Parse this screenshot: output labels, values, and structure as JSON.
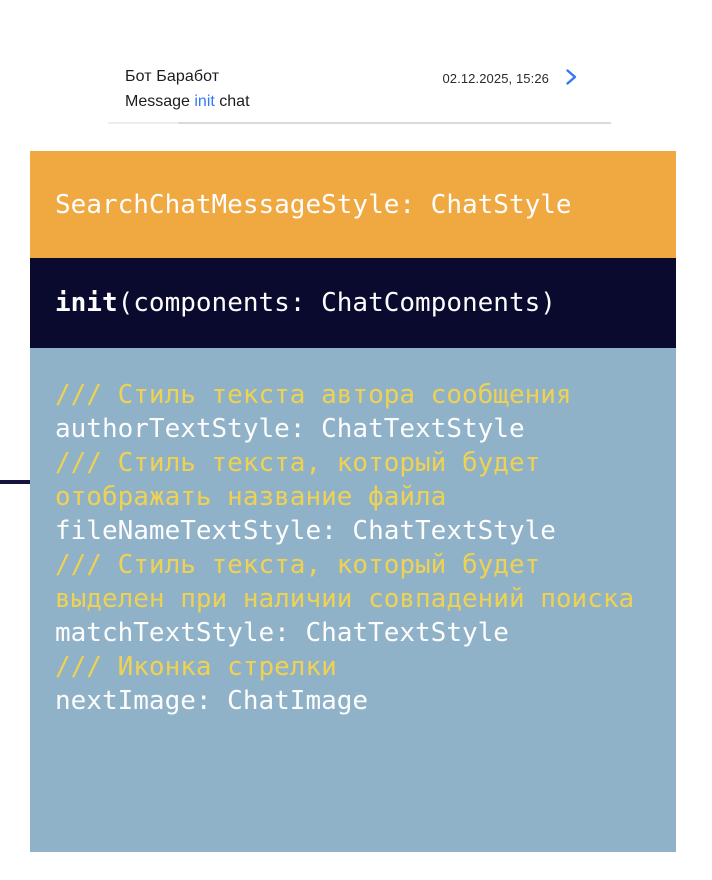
{
  "chat_preview": {
    "title": "Бот Баработ",
    "message_prefix": "Message ",
    "message_highlight": "init",
    "message_suffix": " chat",
    "timestamp": "02.12.2025, 15:26",
    "chevron_icon": "chevron-right"
  },
  "code_panel": {
    "header": "SearchChatMessageStyle: ChatStyle",
    "init_keyword": "init",
    "init_signature": "(components: ChatComponents)",
    "body_lines": [
      {
        "type": "comment",
        "text": "/// Стиль текста автора сообщения"
      },
      {
        "type": "code",
        "text": "authorTextStyle: ChatTextStyle"
      },
      {
        "type": "comment",
        "text": "/// Стиль текста, который будет"
      },
      {
        "type": "comment",
        "text": "отображать название файла"
      },
      {
        "type": "code",
        "text": "fileNameTextStyle: ChatTextStyle"
      },
      {
        "type": "comment",
        "text": "/// Стиль текста, который будет"
      },
      {
        "type": "comment",
        "text": "выделен при наличии совпадений поиска"
      },
      {
        "type": "code",
        "text": "matchTextStyle: ChatTextStyle"
      },
      {
        "type": "comment",
        "text": "/// Иконка стрелки"
      },
      {
        "type": "code",
        "text": "nextImage: ChatImage"
      }
    ]
  },
  "colors": {
    "header_bg": "#f0a840",
    "init_bg": "#0a0a2e",
    "body_bg": "#8fb2c8",
    "comment_text": "#efd252",
    "code_text": "#fdfdfd",
    "highlight_blue": "#3478f6",
    "accent_line": "#14143c"
  }
}
